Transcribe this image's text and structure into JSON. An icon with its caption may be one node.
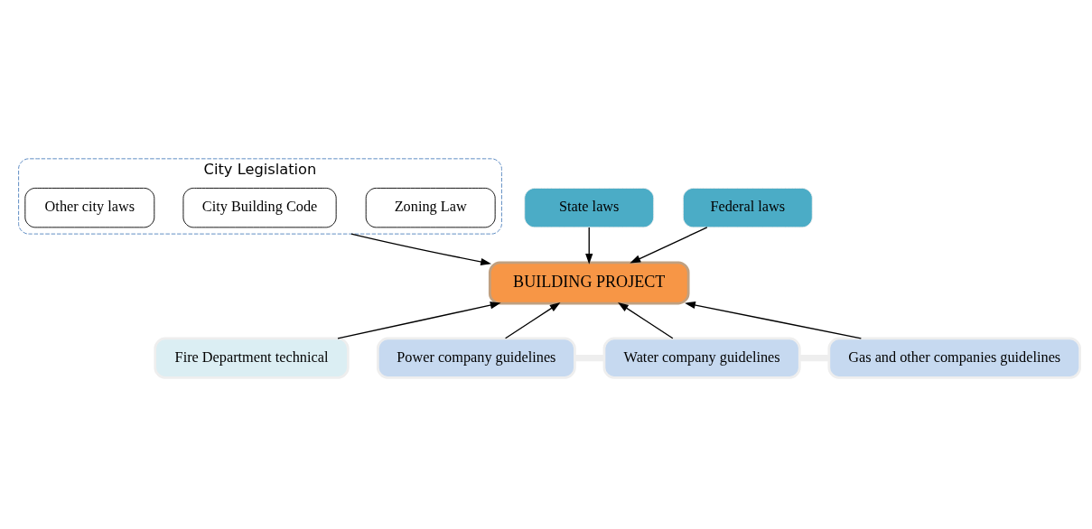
{
  "diagram": {
    "nodes": [
      {
        "text": [
          "City Legislation"
        ]
      },
      {
        "text": [
          "Zoning Law"
        ],
        "in": 0
      },
      {
        "text": [
          "City Building Code"
        ],
        "in": 0
      },
      {
        "text": [
          "Other city laws"
        ],
        "in": 0
      },
      {
        "text": [
          "State laws"
        ]
      },
      {
        "text": [
          "Federal laws"
        ]
      },
      {
        "text": [
          "BUILDING PROJECT"
        ]
      },
      {
        "text": [
          "Fire Department technical"
        ]
      },
      {
        "text": [
          "Power company guidelines"
        ]
      },
      {
        "text": [
          "Water company guidelines"
        ]
      },
      {
        "text": [
          "Gas and other companies guidelines"
        ]
      }
    ],
    "edges": [
      {
        "from": 0,
        "to": 6,
        "arrow": "to"
      },
      {
        "from": 4,
        "to": 6,
        "arrow": "to"
      },
      {
        "from": 5,
        "to": 6,
        "arrow": "to"
      },
      {
        "from": 7,
        "to": 6,
        "arrow": "to"
      },
      {
        "from": 8,
        "to": 6,
        "arrow": "to"
      },
      {
        "from": 9,
        "to": 6,
        "arrow": "to"
      },
      {
        "from": 10,
        "to": 6,
        "arrow": "to"
      },
      {
        "from": 8,
        "to": 9,
        "arrow": "none",
        "style": "thick",
        "color": "#eeeeee"
      },
      {
        "from": 9,
        "to": 10,
        "arrow": "none",
        "style": "thick",
        "color": "#eeeeee"
      }
    ]
  }
}
